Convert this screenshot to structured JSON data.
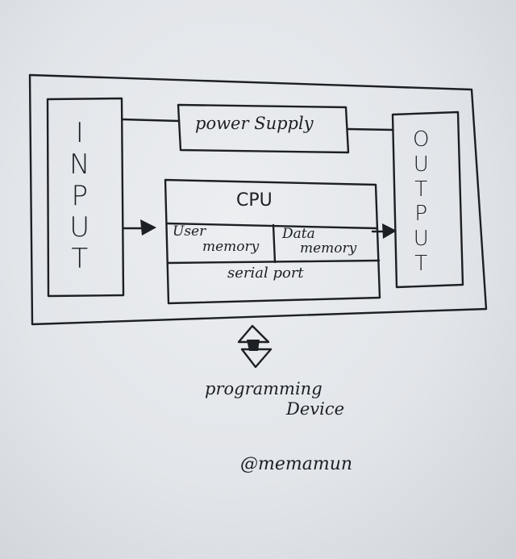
{
  "diagram": {
    "input_label": "INPUT",
    "output_label": "OUTPUT",
    "power_supply_label": "power Supply",
    "cpu_label": "CPU",
    "user_memory_line1": "User",
    "user_memory_line2": "memory",
    "data_memory_line1": "Data",
    "data_memory_line2": "memory",
    "serial_port_label": "serial port",
    "programming_line1": "programming",
    "programming_line2": "Device",
    "signature": "@memamun"
  },
  "colors": {
    "ink": "#1c1f24",
    "paper": "#e4e7eb"
  }
}
